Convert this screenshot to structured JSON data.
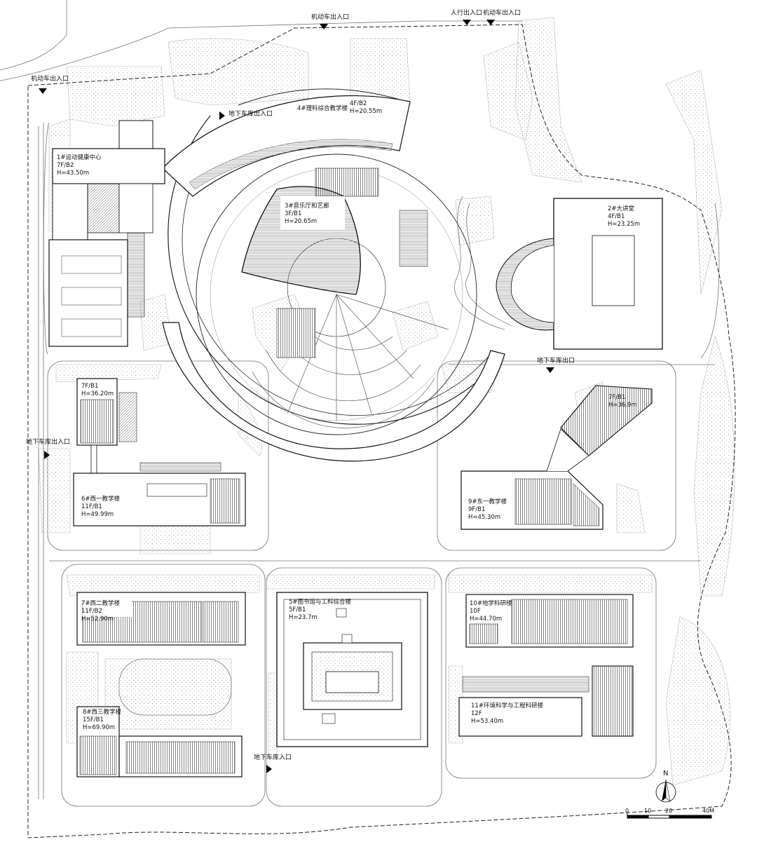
{
  "entrances": {
    "vehicle_top_mid": "机动车出入口",
    "pedestrian_top": "人行出入口",
    "vehicle_top_right": "机动车出入口",
    "vehicle_left": "机动车出入口",
    "garage_top": "地下车库出入口",
    "garage_right": "地下车库出口",
    "garage_left": "地下车库出入口",
    "garage_bottom": "地下车库入口"
  },
  "buildings": {
    "b1": {
      "name": "1#运动健康中心",
      "floors": "7F/B2",
      "height": "H=43.50m"
    },
    "b2": {
      "name": "2#大讲堂",
      "floors": "4F/B1",
      "height": "H=23.25m"
    },
    "b3": {
      "name": "3#音乐厅和艺廊",
      "floors": "3F/B1",
      "height": "H=20.65m"
    },
    "b4": {
      "name": "4#理科综合教学楼",
      "floors": "4F/B2",
      "height": "H=20.55m"
    },
    "b5": {
      "name": "5#图书馆与工科综合楼",
      "floors": "5F/B1",
      "height": "H=23.7m"
    },
    "b6": {
      "name": "6#西一教学楼",
      "floors": "11F/B1",
      "height": "H=49.99m"
    },
    "b6n": {
      "floors": "7F/B1",
      "height": "H=36.20m"
    },
    "b7": {
      "name": "7#西二教学楼",
      "floors": "11F/B2",
      "height": "H=52.90m"
    },
    "b8": {
      "name": "8#西三教学楼",
      "floors": "15F/B1",
      "height": "H=69.90m"
    },
    "b9": {
      "name": "9#东一教学楼",
      "floors": "9F/B1",
      "height": "H=45.30m"
    },
    "b9n": {
      "floors": "7F/B1",
      "height": "H=36.9m"
    },
    "b10": {
      "name": "10#地学科研楼",
      "floors": "10F",
      "height": "H=44.70m"
    },
    "b11": {
      "name": "11#环境科学与工程科研楼",
      "floors": "12F",
      "height": "H=53.40m"
    }
  },
  "scale_bar": {
    "tick_0": "0",
    "tick_10": "10",
    "tick_20": "20",
    "tick_40": "40M"
  },
  "north_label": "N"
}
